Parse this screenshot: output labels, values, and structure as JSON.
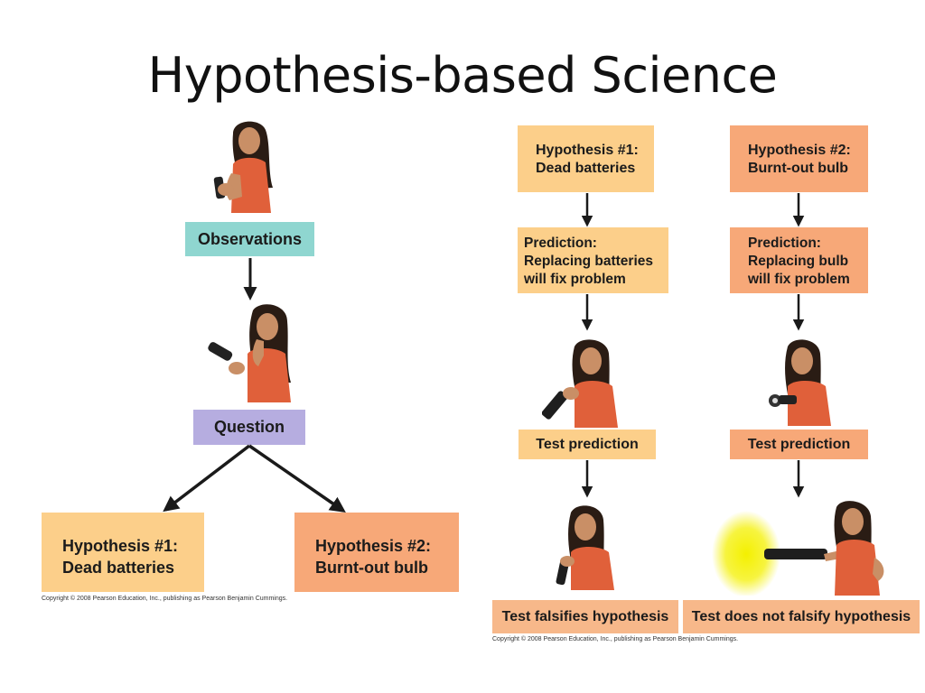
{
  "title": "Hypothesis-based Science",
  "colors": {
    "observations": "#8fd6d0",
    "question": "#b6ade0",
    "hypothesis1": "#fccf8a",
    "hypothesis2": "#f7a878",
    "prediction": "#fccf8a",
    "test": "#fccf8a",
    "result": "#f7b88a",
    "arrow": "#1a1a1a",
    "shirt": "#e0603a",
    "skin": "#c98f66",
    "hair": "#2a1c14",
    "glow": "#f4f000"
  },
  "left": {
    "observations": "Observations",
    "question": "Question",
    "hypothesis1": [
      "Hypothesis #1:",
      "Dead batteries"
    ],
    "hypothesis2": [
      "Hypothesis #2:",
      "Burnt-out bulb"
    ],
    "copyright": "Copyright © 2008 Pearson Education, Inc., publishing as Pearson Benjamin Cummings."
  },
  "right": {
    "col1": {
      "hypothesis": [
        "Hypothesis #1:",
        "Dead batteries"
      ],
      "prediction": [
        "Prediction:",
        "Replacing batteries",
        "will fix problem"
      ],
      "test": "Test prediction",
      "result": "Test falsifies hypothesis"
    },
    "col2": {
      "hypothesis": [
        "Hypothesis #2:",
        "Burnt-out bulb"
      ],
      "prediction": [
        "Prediction:",
        "Replacing bulb",
        "will fix problem"
      ],
      "test": "Test prediction",
      "result": "Test does not falsify hypothesis"
    },
    "copyright": "Copyright © 2008 Pearson Education, Inc., publishing as Pearson Benjamin Cummings."
  }
}
